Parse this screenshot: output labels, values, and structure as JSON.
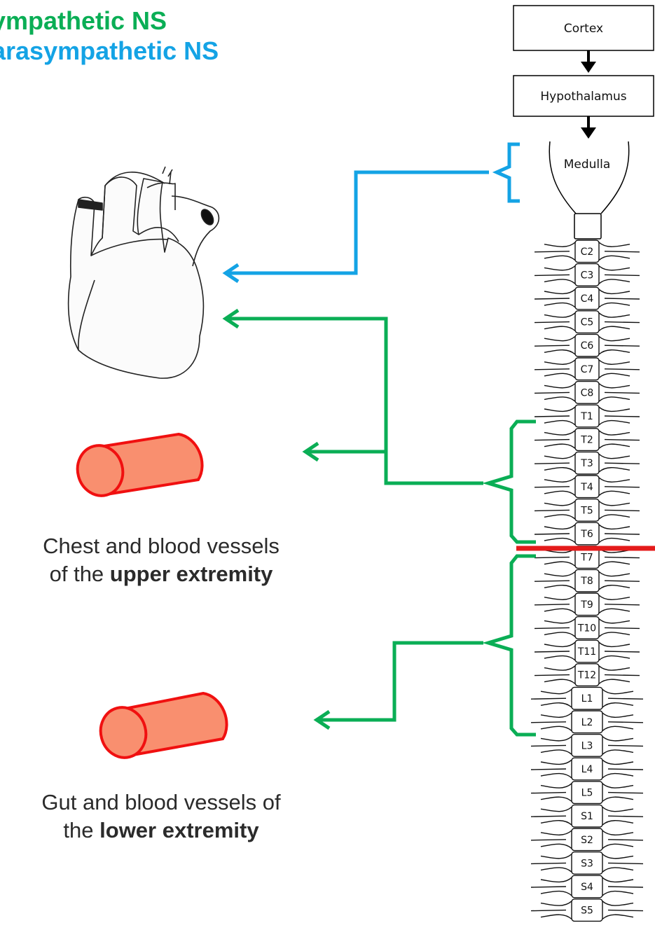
{
  "legend": {
    "sympathetic": "ympathetic NS",
    "parasympathetic": "arasympathetic NS"
  },
  "colors": {
    "sympathetic": "#0aae55",
    "parasympathetic": "#14a3e5",
    "divider": "#e41b1b",
    "vessel_fill": "#f98f6f",
    "vessel_stroke": "#f01010"
  },
  "flow": {
    "cortex": "Cortex",
    "hypothalamus": "Hypothalamus",
    "medulla": "Medulla"
  },
  "spine": {
    "segments": [
      "C2",
      "C3",
      "C4",
      "C5",
      "C6",
      "C7",
      "C8",
      "T1",
      "T2",
      "T3",
      "T4",
      "T5",
      "T6",
      "T7",
      "T8",
      "T9",
      "T10",
      "T11",
      "T12",
      "L1",
      "L2",
      "L3",
      "L4",
      "L5",
      "S1",
      "S2",
      "S3",
      "S4",
      "S5"
    ]
  },
  "captions": {
    "upper": {
      "pre": "Chest and blood vessels",
      "mid": "of the ",
      "bold": "upper extremity"
    },
    "lower": {
      "pre": "Gut and blood vessels of",
      "mid": "the ",
      "bold": "lower extremity"
    }
  },
  "icons": {
    "heart": "heart-icon",
    "vessel": "blood-vessel-icon"
  }
}
